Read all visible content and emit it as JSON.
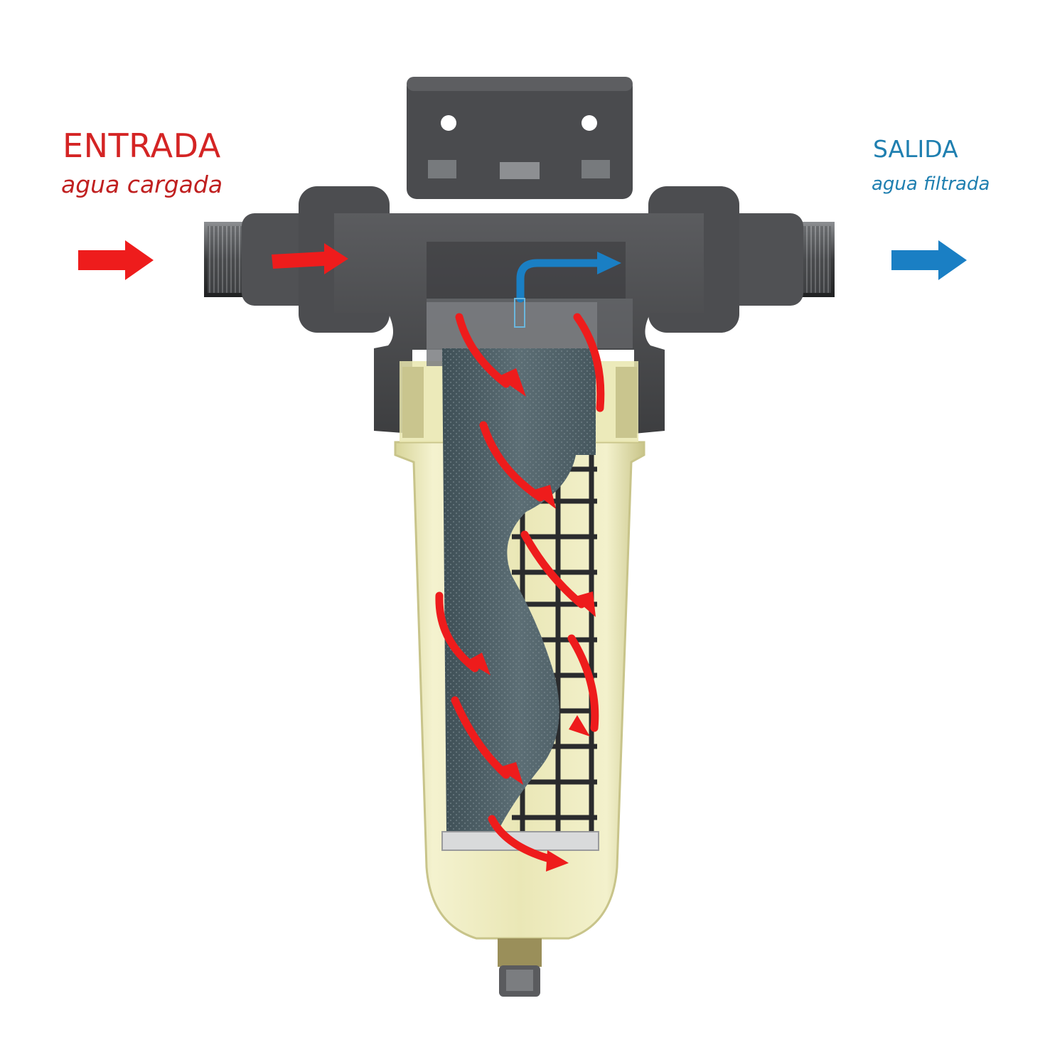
{
  "inlet": {
    "title": "ENTRADA",
    "subtitle": "agua cargada"
  },
  "outlet": {
    "title": "SALIDA",
    "subtitle": "agua filtrada"
  },
  "colors": {
    "inlet_flow": "#ee1c1c",
    "inlet_text": "#d42424",
    "outlet_flow": "#1a7fc4",
    "outlet_text": "#1f7fb0",
    "head_body": "#4a4b4d",
    "head_dark": "#2e2f31",
    "bowl": "#e8e6b0",
    "mesh": "#4d5f66"
  },
  "icons": [
    "inlet-arrow-icon",
    "outlet-arrow-icon",
    "flow-arrow-icon"
  ]
}
